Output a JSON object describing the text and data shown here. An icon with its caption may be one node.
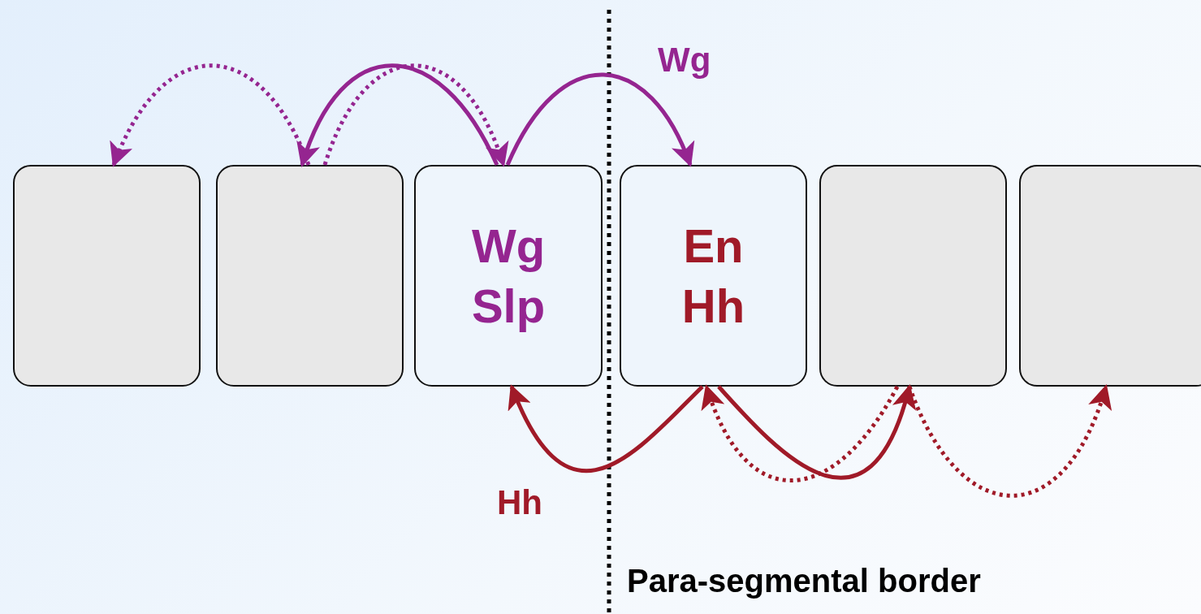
{
  "diagram": {
    "nodes": [
      {
        "text": [],
        "shape": "box"
      },
      {
        "text": [],
        "shape": "box"
      },
      {
        "text": [
          "Wg",
          "Slp"
        ]
      },
      {
        "text": [
          "En",
          "Hh"
        ]
      },
      {
        "text": [],
        "shape": "box"
      },
      {
        "text": [],
        "shape": "box"
      }
    ],
    "edges": [
      {
        "from": 2,
        "to": 1,
        "arrow": "to",
        "color": "#952590"
      },
      {
        "from": 2,
        "to": 3,
        "arrow": "to",
        "label": "Wg",
        "color": "#952590"
      },
      {
        "from": 1,
        "to": 0,
        "arrow": "to",
        "style": "dashed",
        "color": "#952590"
      },
      {
        "from": 1,
        "to": 2,
        "arrow": "to",
        "style": "dashed",
        "color": "#952590"
      },
      {
        "from": 3,
        "to": 2,
        "arrow": "to",
        "label": "Hh",
        "color": "#a01a28"
      },
      {
        "from": 3,
        "to": 4,
        "arrow": "to",
        "color": "#a01a28"
      },
      {
        "from": 4,
        "to": 3,
        "arrow": "to",
        "style": "dashed",
        "color": "#a01a28"
      },
      {
        "from": 4,
        "to": 5,
        "arrow": "to",
        "style": "dashed",
        "color": "#a01a28"
      }
    ],
    "labels": [
      "Para-segmental border"
    ]
  }
}
